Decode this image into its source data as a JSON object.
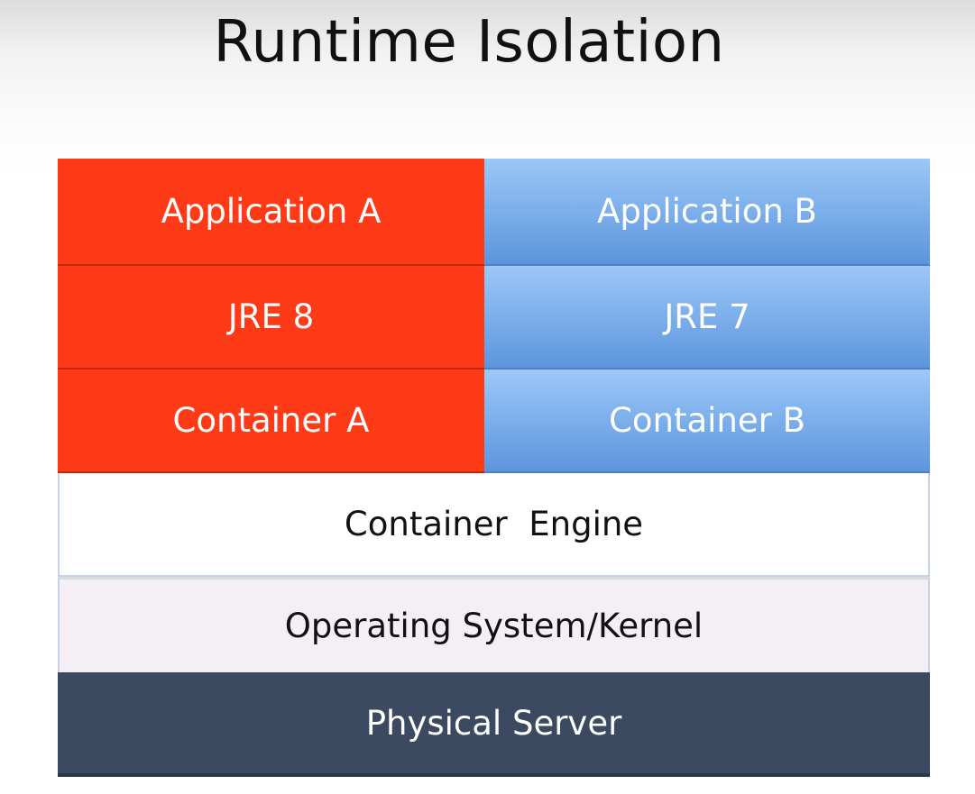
{
  "title": "Runtime Isolation",
  "layers": {
    "app_a": "Application A",
    "app_b": "Application B",
    "jre_a": "JRE 8",
    "jre_b": "JRE 7",
    "container_a": "Container A",
    "container_b": "Container B",
    "engine": "Container  Engine",
    "os": "Operating System/Kernel",
    "server": "Physical Server"
  },
  "colors": {
    "stack_a": "#ff3a16",
    "stack_b": "#7fb1ec",
    "engine": "#ffffff",
    "os": "#f3eff4",
    "server": "#3b4a60"
  }
}
